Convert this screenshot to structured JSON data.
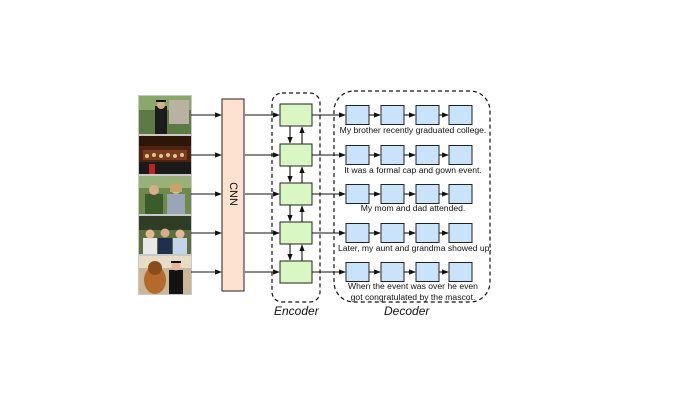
{
  "cnn_label": "CNN",
  "encoder_label": "Encoder",
  "decoder_label": "Decoder",
  "captions": [
    "My brother recently graduated college.",
    "It was a formal cap and gown event.",
    "My mom and dad attended.",
    "Later, my aunt and grandma showed up.",
    "When the event was over he even got congratulated by the mascot."
  ],
  "caption_lines": [
    [
      "My brother recently graduated college."
    ],
    [
      "It was a formal cap and gown event."
    ],
    [
      "My mom and dad attended."
    ],
    [
      "Later, my aunt and grandma showed up."
    ],
    [
      "When the event was over he even",
      "got congratulated by the mascot."
    ]
  ],
  "colors": {
    "cnn_fill": "#fde3cf",
    "encoder_fill": "#d9f7c3",
    "decoder_fill": "#c9e3fa",
    "stroke": "#222222"
  },
  "photos": [
    {
      "name": "graduate-photo",
      "icon": "photo-graduate-in-gown"
    },
    {
      "name": "ceremony-photo",
      "icon": "photo-graduation-ceremony"
    },
    {
      "name": "parents-photo",
      "icon": "photo-parents"
    },
    {
      "name": "family-photo",
      "icon": "photo-aunt-and-grandma"
    },
    {
      "name": "mascot-photo",
      "icon": "photo-mascot"
    }
  ]
}
